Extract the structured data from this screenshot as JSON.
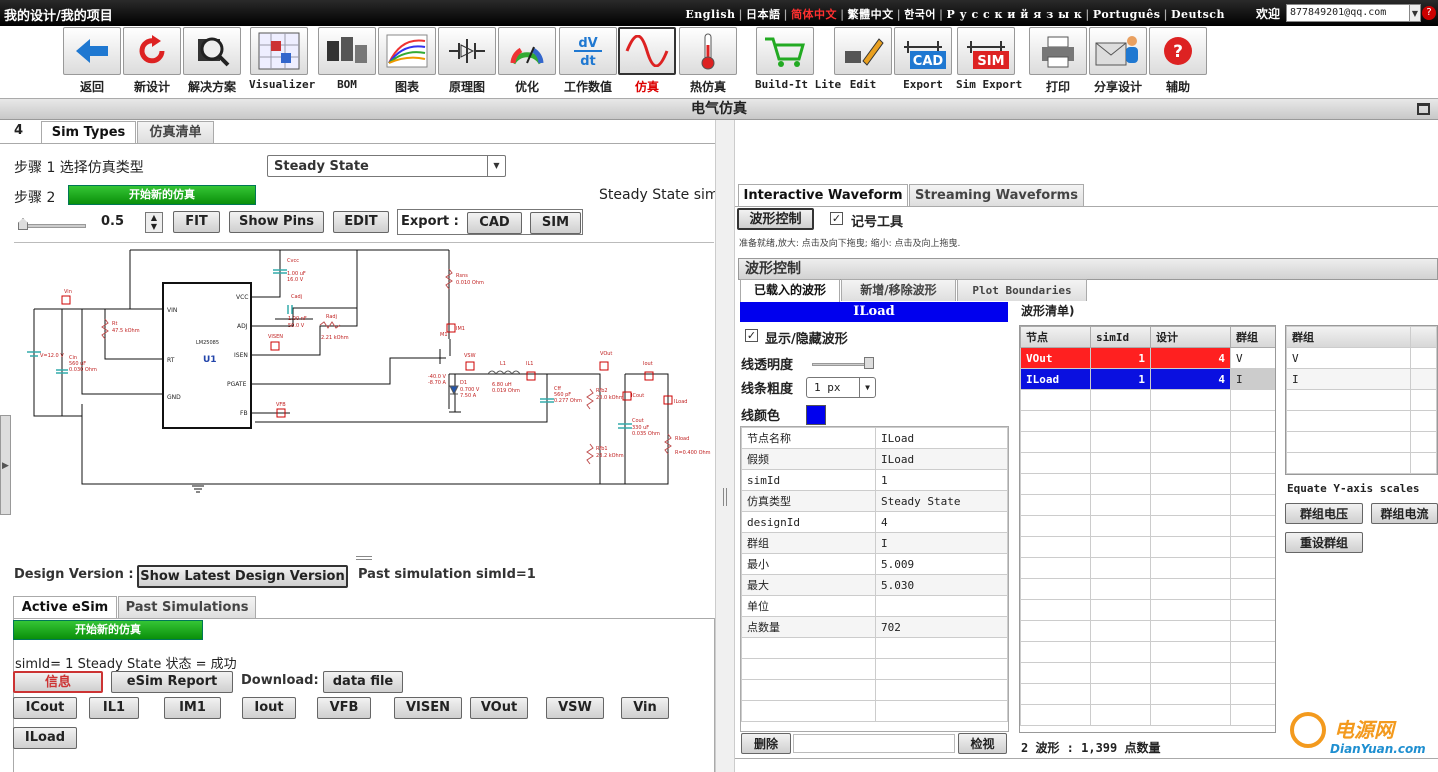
{
  "topbar": {
    "breadcrumb": "我的设计/我的项目",
    "languages": [
      "English",
      "日本語",
      "简体中文",
      "繁體中文",
      "한국어",
      "Р у с с к и й  я з ы к",
      "Português",
      "Deutsch"
    ],
    "active_language": "简体中文",
    "welcome": "欢迎",
    "account": "877849201@qq.com"
  },
  "toolbar": [
    {
      "label": "返回",
      "icon": "back-arrow-icon"
    },
    {
      "label": "新设计",
      "icon": "refresh-icon"
    },
    {
      "label": "解决方案",
      "icon": "chip-magnifier-icon"
    },
    {
      "label": "Visualizer",
      "icon": "visualizer-icon"
    },
    {
      "label": "BOM",
      "icon": "bom-components-icon"
    },
    {
      "label": "图表",
      "icon": "chart-icon"
    },
    {
      "label": "原理图",
      "icon": "schematic-icon"
    },
    {
      "label": "优化",
      "icon": "gauge-icon"
    },
    {
      "label": "工作数值",
      "icon": "dv-dt-icon"
    },
    {
      "label": "仿真",
      "icon": "sine-wave-icon",
      "selected": true
    },
    {
      "label": "热仿真",
      "icon": "thermometer-icon"
    },
    {
      "label": "Build-It Lite",
      "icon": "cart-icon"
    },
    {
      "label": "Edit",
      "icon": "edit-pencil-icon"
    },
    {
      "label": "Export",
      "icon": "cad-export-icon"
    },
    {
      "label": "Sim Export",
      "icon": "sim-export-icon"
    },
    {
      "label": "打印",
      "icon": "printer-icon"
    },
    {
      "label": "分享设计",
      "icon": "share-icon"
    },
    {
      "label": "辅助",
      "icon": "help-icon"
    }
  ],
  "icon_text": {
    "dv": "dV",
    "dt": "dt",
    "cad": "CAD",
    "sim": "SIM",
    "help": "?"
  },
  "section_title": "电气仿真",
  "left": {
    "number": "4",
    "tabs": [
      "Sim Types",
      "仿真清单"
    ],
    "step1_label": "步骤 1 选择仿真类型",
    "sim_type": "Steady State",
    "step2_label": "步骤 2",
    "start_sim": "开始新的仿真",
    "steady_label": "Steady State sim",
    "zoom": "0.5",
    "fit": "FIT",
    "show_pins": "Show Pins",
    "edit": "EDIT",
    "export_label": "Export :",
    "cad": "CAD",
    "sim": "SIM",
    "design_version_label": "Design Version :",
    "show_latest": "Show Latest Design Version",
    "past_sim": "Past simulation simId=1",
    "bottom_tabs": [
      "Active eSim",
      "Past Simulations"
    ],
    "start_sim2": "开始新的仿真",
    "status": "simId= 1 Steady State 状态 = 成功",
    "info": "信息",
    "esim_report": "eSim Report",
    "download_label": "Download:",
    "data_file": "data file",
    "waveforms": [
      "ICout",
      "IL1",
      "IM1",
      "Iout",
      "VFB",
      "VISEN",
      "VOut",
      "VSW",
      "Vin",
      "ILoad"
    ]
  },
  "circuit": {
    "ic_ref": "U1",
    "ic_part": "LM25085",
    "pins_left": [
      "VIN",
      "RT",
      "GND"
    ],
    "pins_right": [
      "VCC",
      "ADJ",
      "ISEN",
      "PGATE",
      "FB"
    ],
    "labels": [
      "Cvcc",
      "1.00 uF",
      "16.0 V",
      "Cadj",
      "1.00 nF",
      "50.0 V",
      "Radj",
      "2.21 kOhm",
      "Rsns",
      "0.010 Ohm",
      "M1",
      "VSW",
      "L1",
      "6.80 uH",
      "0.019 Ohm",
      "IL1",
      "VOut",
      "Iout",
      "Rfb2",
      "20.0 kOhm",
      "Rfb1",
      "23.2 kOhm",
      "Cff",
      "560 pF",
      "0.277 Ohm",
      "Cout",
      "330 uF",
      "0.035 Ohm",
      "RIoad",
      "R=0.400 Ohm",
      "ILoad",
      "Vin",
      "V=12.0 V",
      "Cin",
      "560 uF",
      "0.030 Ohm",
      "Rt",
      "47.5 kOhm",
      "VISEN",
      "VFB",
      "ICout",
      "IM1",
      "D1",
      "0.700 V",
      "7.50 A",
      "-40.0 V",
      "-8.70 A"
    ]
  },
  "right": {
    "tabs": [
      "Interactive Waveform",
      "Streaming Waveforms"
    ],
    "waveform_ctrl_btn": "波形控制",
    "marker_tool": "记号工具",
    "hint": "准备就绪,放大: 点击及向下拖曳; 缩小: 点击及向上拖曳.",
    "section_label": "波形控制",
    "sub_tabs": [
      "已载入的波形",
      "新增/移除波形",
      "Plot Boundaries"
    ],
    "selected_wave": "ILoad",
    "show_hide": "显示/隐藏波形",
    "transparency": "线透明度",
    "width_label": "线条粗度",
    "width_value": "1 px",
    "color_label": "线颜色",
    "color_value": "#0000ee",
    "props": [
      [
        "节点名称",
        "ILoad"
      ],
      [
        "假频",
        "ILoad"
      ],
      [
        "simId",
        "1"
      ],
      [
        "仿真类型",
        "Steady State"
      ],
      [
        "designId",
        "4"
      ],
      [
        "群组",
        "I"
      ],
      [
        "最小",
        "5.009"
      ],
      [
        "最大",
        "5.030"
      ],
      [
        "单位",
        ""
      ],
      [
        "点数量",
        "702"
      ]
    ],
    "delete": "删除",
    "inspect": "检视",
    "wave_list_title": "波形清单)",
    "wave_cols": [
      "节点",
      "simId",
      "设计",
      "群组"
    ],
    "wave_rows": [
      {
        "node": "VOut",
        "simId": "1",
        "design": "4",
        "group": "V",
        "color": "#ff2020"
      },
      {
        "node": "ILoad",
        "simId": "1",
        "design": "4",
        "group": "I",
        "color": "#0a10e0"
      }
    ],
    "group_col": "群组",
    "groups": [
      "V",
      "I"
    ],
    "equate": "Equate Y-axis scales",
    "group_voltage": "群组电压",
    "group_current": "群组电流",
    "reset_group": "重设群组",
    "summary": "2 波形 : 1,399 点数量"
  },
  "watermark": {
    "brand": "电源网",
    "url": "DianYuan.com"
  }
}
